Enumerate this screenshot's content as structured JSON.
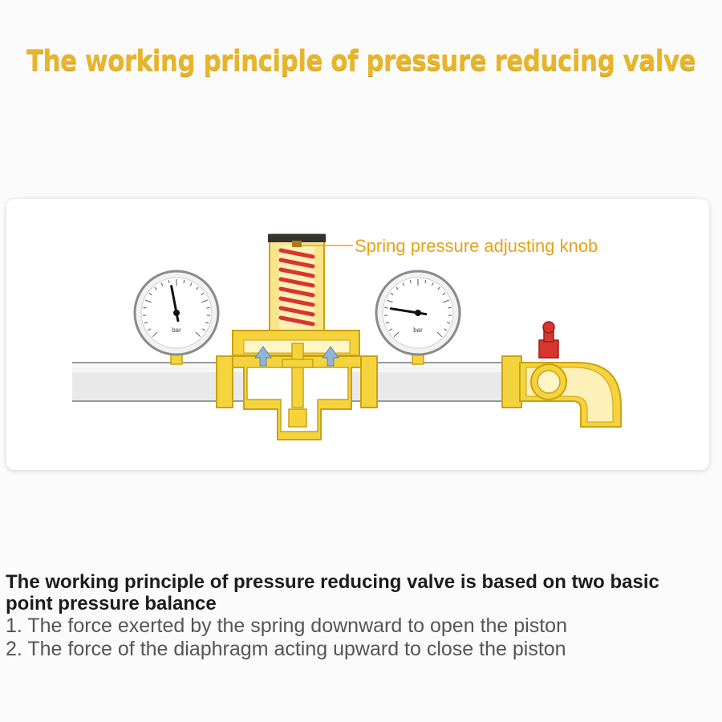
{
  "title": "The working principle of pressure reducing valve",
  "diagram": {
    "knob_label": "Spring pressure adjusting knob",
    "gauge_unit": "bar",
    "gauge_left_level": 0.46,
    "gauge_right_level": 0.2
  },
  "description": {
    "heading": "The working principle of pressure reducing valve is based on two basic point pressure balance",
    "points": [
      "1. The force exerted by the spring downward to open the piston",
      "2. The force of the diaphragm acting upward to close the piston"
    ]
  },
  "colors": {
    "title": "#e8b52a",
    "brass": "#f5d33c",
    "brass_dark": "#c9a214",
    "spring": "#d8352c",
    "arrow": "#8fb4d8"
  }
}
